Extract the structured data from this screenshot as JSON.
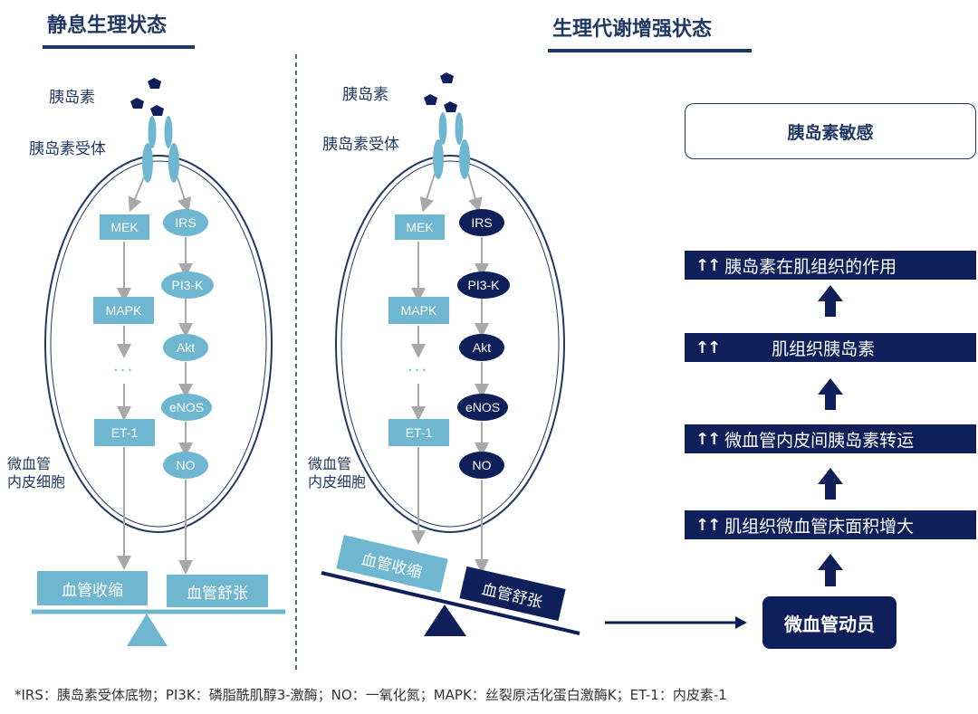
{
  "left": {
    "title": "静息生理状态",
    "insulin_label": "胰岛素",
    "receptor_label": "胰岛素受体",
    "cell_label": "微血管\n内皮细胞",
    "mapk_path": [
      "MEK",
      "MAPK",
      "···",
      "ET-1"
    ],
    "irs_path": [
      "IRS",
      "PI3-K",
      "Akt",
      "eNOS",
      "NO"
    ],
    "constrict": "血管收缩",
    "dilate": "血管舒张"
  },
  "right": {
    "title": "生理代谢增强状态",
    "insulin_label": "胰岛素",
    "receptor_label": "胰岛素受体",
    "cell_label": "微血管\n内皮细胞",
    "mapk_path": [
      "MEK",
      "MAPK",
      "···",
      "ET-1"
    ],
    "irs_path": [
      "IRS",
      "PI3-K",
      "Akt",
      "eNOS",
      "NO"
    ],
    "constrict": "血管收缩",
    "dilate": "血管舒张"
  },
  "flow": {
    "sensitivity": "胰岛素敏感",
    "steps": [
      {
        "arrows": "↑↑",
        "text": "胰岛素在肌组织的作用"
      },
      {
        "arrows": "↑↑",
        "text": "肌组织胰岛素"
      },
      {
        "arrows": "↑↑",
        "text": "微血管内皮间胰岛素转运"
      },
      {
        "arrows": "↑↑",
        "text": "肌组织微血管床面积增大"
      }
    ],
    "recruitment": "微血管动员"
  },
  "footnote": "*IRS：胰岛素受体底物；PI3K：磷脂酰肌醇3-激酶；NO：一氧化氮；MAPK：丝裂原活化蛋白激酶K；ET-1：内皮素-1",
  "colors": {
    "navy": "#0f1f5a",
    "light_blue": "#6fb7d0",
    "gray_arrow": "#a8a8a8"
  }
}
